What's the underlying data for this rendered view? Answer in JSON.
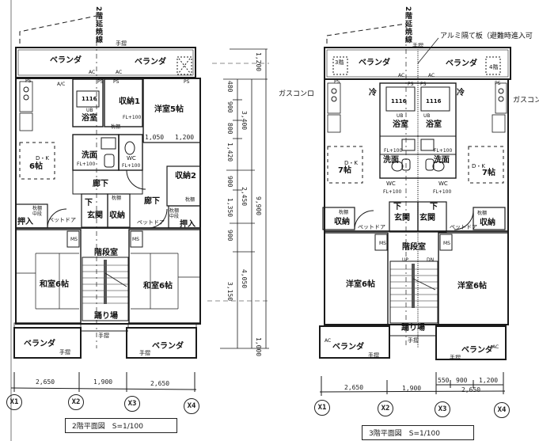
{
  "floor2": {
    "title": "2階平面図　S=1/100",
    "extension_line": "2階延焼線",
    "handrail_top": "手摺",
    "balcony_left": "ベランダ",
    "balcony_right": "ベランダ",
    "ac_1": "AC",
    "ac_2": "AC",
    "ac_3": "A/C",
    "ps_1": "PS",
    "ps_2": "PS",
    "ps_3": "PS",
    "ps_4": "PS",
    "bath_model": "1116",
    "bath_ub": "UB",
    "bath_label": "浴室",
    "storage1": "収納1",
    "storage1_fl": "FL+100",
    "pillow_shelf_1": "枕棚",
    "western_room": "洋室5帖",
    "dim_1050": "1,050",
    "dim_1200": "1,200",
    "dk_label": "D・K",
    "dk_size": "6帖",
    "washroom": "洗面",
    "washroom_fl": "FL+100",
    "wc": "WC",
    "wc_fl": "FL+100",
    "hallway_1": "廊下",
    "hallway_2": "廊下",
    "storage2": "収納2",
    "pillow_shelf_2": "枕棚",
    "down_1": "下",
    "entrance": "玄関",
    "storage_mid_shelf": "枕棚",
    "storage_mid": "収納",
    "pillow_mid_l": "枕棚",
    "mid_shelf_l": "中段",
    "closet_l": "押入",
    "pillow_mid_r": "枕棚",
    "mid_shelf_r": "中段",
    "closet_r": "押入",
    "pet_door_l": "ペットドア",
    "pet_door_r": "ペットドア",
    "ms_l": "MS",
    "ms_r": "MS",
    "stairwell": "階段室",
    "japanese_room_l": "和室6帖",
    "japanese_room_r": "和室6帖",
    "landing": "踊り場",
    "handrail_mid": "手摺",
    "balcony_bl": "ベランダ",
    "balcony_br": "ベランダ",
    "handrail_bl": "手摺",
    "handrail_br": "手摺",
    "dims_bottom": [
      "2,650",
      "1,900",
      "2,650"
    ],
    "axes": [
      "X1",
      "X2",
      "X3",
      "X4"
    ]
  },
  "vertical_dims": {
    "top": "1,200",
    "chain_a": [
      "480",
      "900",
      "800",
      "1,420",
      "900",
      "1,350",
      "900",
      "3,150"
    ],
    "chain_b": [
      "3,400",
      "2,450",
      "4,050"
    ],
    "total": "9,900",
    "bottom": "1,000"
  },
  "floor3": {
    "title": "3階平面図　S=1/100",
    "extension_line": "2階延焼線",
    "partition_note": "アルミ隔て板（避難時進入可",
    "handrail_top": "手摺",
    "hatch_3f": "3階",
    "hatch_4f": "4階",
    "balcony_left": "ベランダ",
    "balcony_right": "ベランダ",
    "ac_1": "AC",
    "ac_2": "AC",
    "gas_stove_l": "ガスコンロ",
    "gas_stove_r": "ガスコン",
    "ps_1": "PS",
    "ps_2": "PS",
    "ps_3": "PS",
    "ps_4": "PS",
    "fridge_l": "冷",
    "fridge_r": "冷",
    "bath_model_l": "1116",
    "bath_model_r": "1116",
    "bath_ub_l": "UB",
    "bath_ub_r": "UB",
    "bath_l": "浴室",
    "bath_r": "浴室",
    "wash_fl_l": "FL+100",
    "wash_fl_r": "FL+100",
    "wash_l": "洗面",
    "wash_r": "洗面",
    "wc_l": "WC",
    "wc_r": "WC",
    "wc_fl_l": "FL+100",
    "wc_fl_r": "FL+100",
    "dk_l": "D・K",
    "dk_size_l": "7帖",
    "dk_r": "D・K",
    "dk_size_r": "7帖",
    "down_l": "下",
    "down_r": "下",
    "entrance_l": "玄関",
    "entrance_r": "玄関",
    "pillow_l": "枕棚",
    "storage_l": "収納",
    "pillow_r": "枕棚",
    "storage_r": "収納",
    "pet_door_l": "ペットドア",
    "pet_door_r": "ペットドア",
    "ms_l": "MS",
    "ms_r": "MS",
    "stairwell": "階段室",
    "up": "UP",
    "dn": "DN",
    "western_l": "洋室6帖",
    "western_r": "洋室6帖",
    "landing": "踊り場",
    "handrail_mid": "手摺",
    "balcony_bl": "ベランダ",
    "balcony_br": "ベランダ",
    "ac_bl": "AC",
    "ac_br": "AC",
    "handrail_bl": "手摺",
    "handrail_br": "手摺",
    "dims_bottom": [
      "2,650",
      "1,900",
      "2,650"
    ],
    "dims_sub": [
      "550",
      "900",
      "1,200"
    ],
    "axes": [
      "X1",
      "X2",
      "X3",
      "X4"
    ]
  }
}
